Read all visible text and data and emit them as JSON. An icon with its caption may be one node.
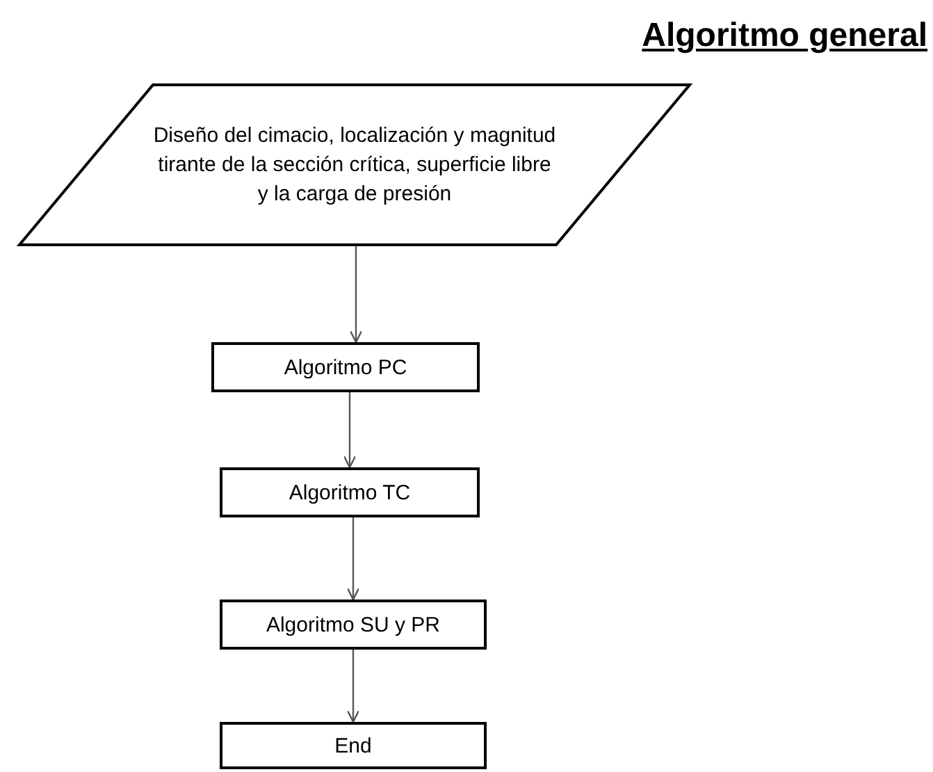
{
  "diagram": {
    "title": "Algoritmo general",
    "nodes": [
      {
        "text": [
          "Diseño del cimacio, localización y magnitud tirante de la sección crítica, superficie libre y la carga de presión"
        ]
      },
      {
        "text": [
          "Algoritmo PC"
        ]
      },
      {
        "text": [
          "Algoritmo TC"
        ]
      },
      {
        "text": [
          "Algoritmo SU y PR"
        ]
      },
      {
        "text": [
          "End"
        ]
      }
    ],
    "edges": [
      {
        "from": 0,
        "to": 1,
        "arrow": "to"
      },
      {
        "from": 1,
        "to": 2,
        "arrow": "to"
      },
      {
        "from": 2,
        "to": 3,
        "arrow": "to"
      },
      {
        "from": 3,
        "to": 4,
        "arrow": "to"
      }
    ]
  }
}
